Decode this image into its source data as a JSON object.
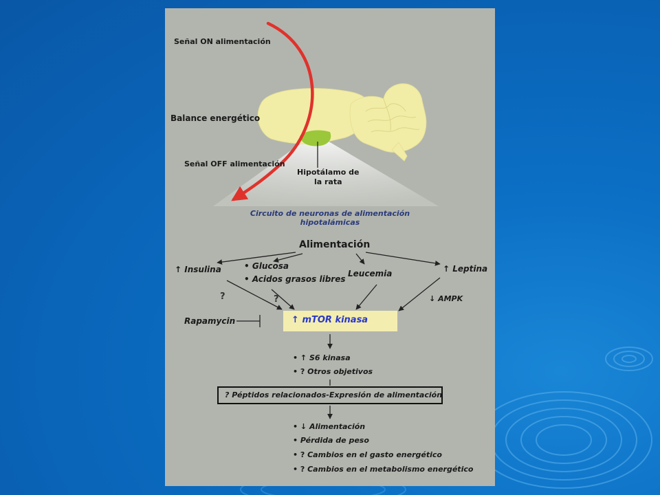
{
  "brain": {
    "signal_on": "Señal ON alimentación",
    "balance": "Balance energético",
    "signal_off": "Señal OFF alimentación",
    "hypothalamus_line1": "Hipotálamo de",
    "hypothalamus_line2": "la rata",
    "circuit_line1": "Circuito de neuronas de alimentación",
    "circuit_line2": "hipotalámicas"
  },
  "flow": {
    "feeding": "Alimentación",
    "insulin": "Insulina",
    "glucose": "Glucosa",
    "fatty_acids": "Acidos grasos libres",
    "leukemia": "Leucemia",
    "leptin": "Leptina",
    "ampk": "AMPK",
    "rapamycin": "Rapamycin",
    "mtor": "mTOR kinasa",
    "s6": "S6 kinasa",
    "other_targets": "Otros objetivos",
    "peptides": "? Péptidos relacionados-Expresión de alimentación",
    "question_mark": "?",
    "bullet": "•",
    "arrow_up": "↑",
    "arrow_down": "↓",
    "outcomes": [
      "Alimentación",
      "Pérdida de peso",
      "Cambios en el gasto energético",
      "Cambios en el metabolismo energético"
    ]
  },
  "colors": {
    "background": "#0a62b5",
    "panel": "#b2b5ae",
    "brain": "#f2eda6",
    "hypothalamus": "#9bc73a",
    "signal_arrow": "#e0322c",
    "mtor_box": "#f4edb0",
    "mtor_text": "#2838c8",
    "circuit_text": "#2a3a7a"
  }
}
